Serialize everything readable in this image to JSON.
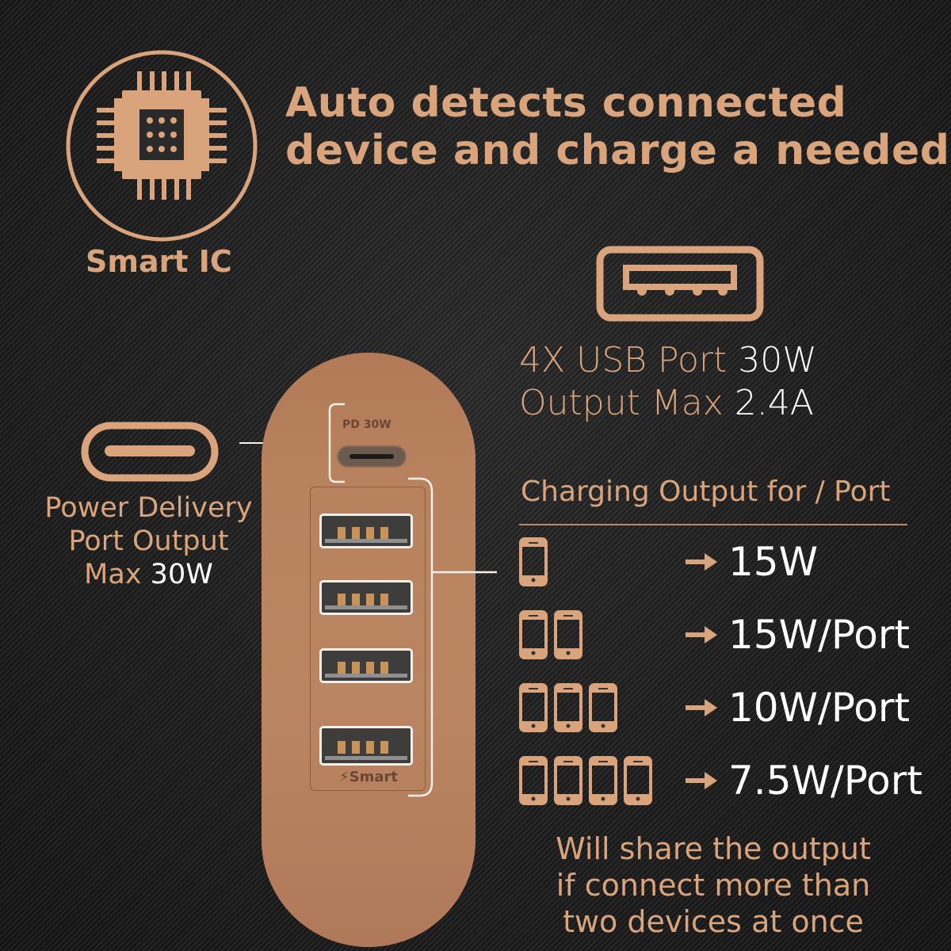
{
  "headline": {
    "line1": "Auto detects connected",
    "line2": "device and charge a needed"
  },
  "smart_ic": {
    "label": "Smart IC",
    "icon": "microchip-icon"
  },
  "usb_a_spec": {
    "icon": "usb-a-port-icon",
    "line1_label": "4X USB Port",
    "line1_value": "30W",
    "line2_label": "Output Max",
    "line2_value": "2.4A"
  },
  "pd_spec": {
    "icon": "usb-c-port-icon",
    "line1": "Power Delivery",
    "line2": "Port Output",
    "line3_label": "Max",
    "line3_value": "30W"
  },
  "charger": {
    "pd_port_label": "PD 30W",
    "smart_label": "Smart",
    "usb_port_count": 4,
    "body_color": "#b8825f"
  },
  "output_table": {
    "title": "Charging Output for / Port",
    "rows": [
      {
        "devices": 1,
        "value": "15W"
      },
      {
        "devices": 2,
        "value": "15W/Port"
      },
      {
        "devices": 3,
        "value": "10W/Port"
      },
      {
        "devices": 4,
        "value": "7.5W/Port"
      }
    ]
  },
  "footer_note": {
    "line1": "Will share the output",
    "line2": "if connect more than",
    "line3": "two devices at once"
  },
  "colors": {
    "accent_copper": "#d9a47c",
    "value_white": "#ffffff",
    "background": "#1f1f1f"
  }
}
